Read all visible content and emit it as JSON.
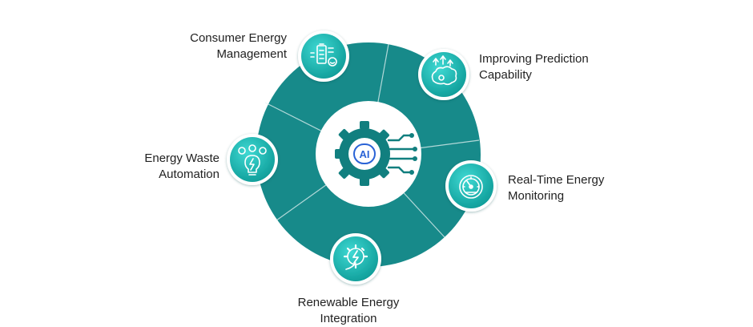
{
  "center": {
    "label": "AI",
    "icon": "gear-circuit-icon"
  },
  "colors": {
    "ring": "#178a8a",
    "ring_dark": "#0f7676",
    "node_light": "#27c9c4",
    "node_dark": "#0e9c98",
    "center_bg": "#ffffff",
    "center_icon": "#117f7f",
    "ai_badge": "#2a63d6",
    "text": "#222222"
  },
  "nodes": [
    {
      "id": "consumer",
      "lines": [
        "Consumer Energy",
        "Management"
      ],
      "icon": "battery-smiley-icon"
    },
    {
      "id": "prediction",
      "lines": [
        "Improving Prediction",
        "Capability"
      ],
      "icon": "brain-growth-icon"
    },
    {
      "id": "monitoring",
      "lines": [
        "Real-Time Energy",
        "Monitoring"
      ],
      "icon": "gauge-icon"
    },
    {
      "id": "renewable",
      "lines": [
        "Renewable Energy",
        "Integration"
      ],
      "icon": "leaf-gear-bolt-icon"
    },
    {
      "id": "waste",
      "lines": [
        "Energy Waste",
        "Automation"
      ],
      "icon": "bulb-automation-icon"
    }
  ]
}
